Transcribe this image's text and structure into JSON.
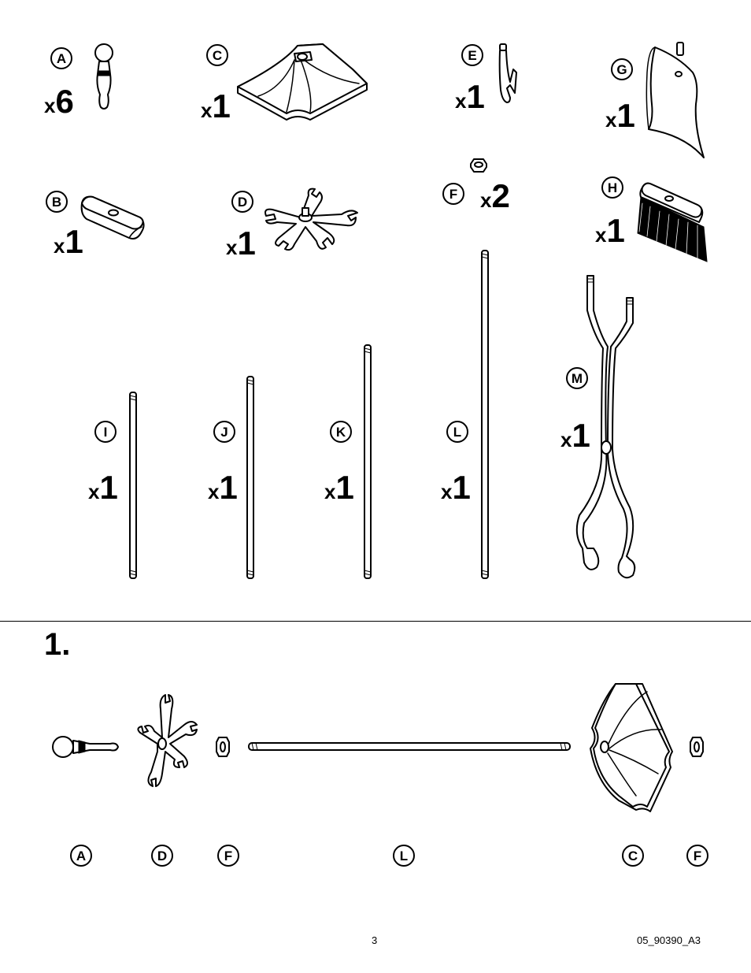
{
  "parts": [
    {
      "letter": "A",
      "qty_prefix": "x",
      "qty": "6",
      "name": "knob-handle"
    },
    {
      "letter": "B",
      "qty_prefix": "x",
      "qty": "1",
      "name": "spacer-block"
    },
    {
      "letter": "C",
      "qty_prefix": "x",
      "qty": "1",
      "name": "base-plate"
    },
    {
      "letter": "D",
      "qty_prefix": "x",
      "qty": "1",
      "name": "hook-bracket"
    },
    {
      "letter": "E",
      "qty_prefix": "x",
      "qty": "1",
      "name": "poker-hook"
    },
    {
      "letter": "F",
      "qty_prefix": "x",
      "qty": "2",
      "name": "hex-nut"
    },
    {
      "letter": "G",
      "qty_prefix": "x",
      "qty": "1",
      "name": "shovel"
    },
    {
      "letter": "H",
      "qty_prefix": "x",
      "qty": "1",
      "name": "brush"
    },
    {
      "letter": "I",
      "qty_prefix": "x",
      "qty": "1",
      "name": "rod-i"
    },
    {
      "letter": "J",
      "qty_prefix": "x",
      "qty": "1",
      "name": "rod-j"
    },
    {
      "letter": "K",
      "qty_prefix": "x",
      "qty": "1",
      "name": "rod-k"
    },
    {
      "letter": "L",
      "qty_prefix": "x",
      "qty": "1",
      "name": "rod-l"
    },
    {
      "letter": "M",
      "qty_prefix": "x",
      "qty": "1",
      "name": "tongs"
    }
  ],
  "step": {
    "number": "1.",
    "labels": [
      "A",
      "D",
      "F",
      "L",
      "C",
      "F"
    ]
  },
  "footer": {
    "page": "3",
    "doc_code": "05_90390_A3"
  }
}
